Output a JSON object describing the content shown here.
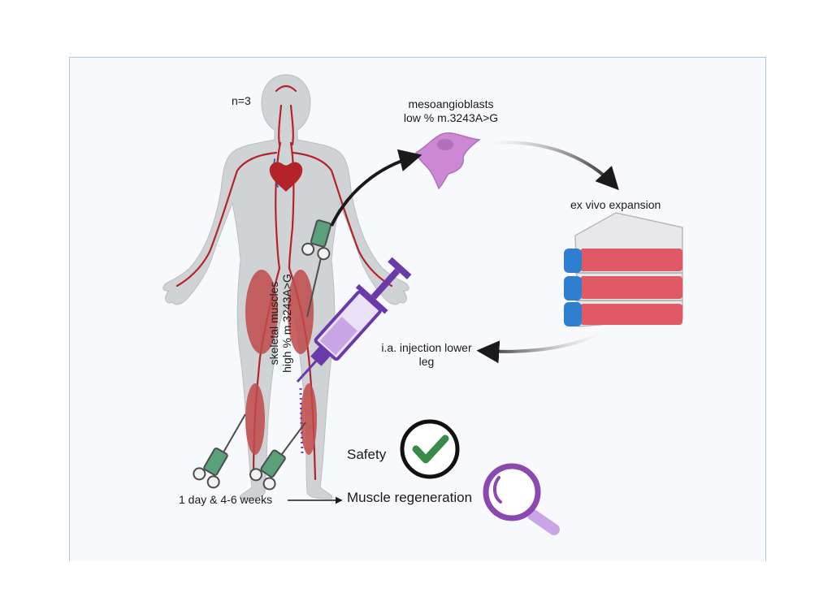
{
  "labels": {
    "n": "n=3",
    "mesoangioblasts": "mesoangioblasts",
    "low_percent": "low % m.3243A>G",
    "expansion": "ex vivo expansion",
    "injection_line1": "i.a. injection lower",
    "injection_line2": "leg",
    "skeletal_line1": "skeletal muscles",
    "skeletal_line2": "high % m.3243A>G",
    "safety": "Safety",
    "timepoints": "1 day & 4-6 weeks",
    "regeneration": "Muscle regeneration"
  },
  "colors": {
    "body": "#cfd3d6",
    "vessel": "#b3242a",
    "muscle": "#c24a4a",
    "cell": "#cc88d4",
    "flask_liquid": "#e05a66",
    "cap": "#2f7fd0",
    "check": "#3a8a4a",
    "magnifier": "#8a48b0",
    "syringe": "#6a3aaa",
    "biopsy": "#5aa07a"
  },
  "icons": [
    "human-body-icon",
    "heart-icon",
    "cell-icon",
    "flask-stack-icon",
    "syringe-icon",
    "biopsy-needle-icon",
    "checkmark-icon",
    "magnifier-icon"
  ]
}
